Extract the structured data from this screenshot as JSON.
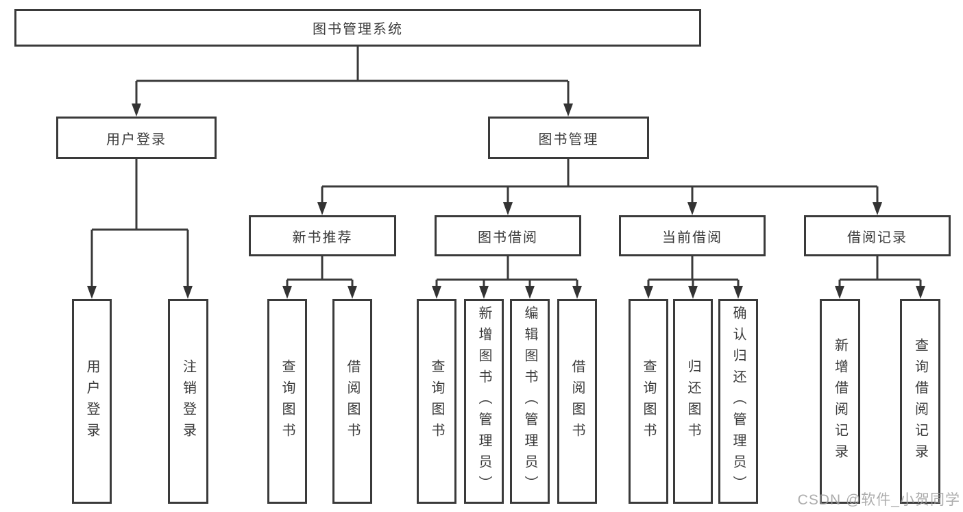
{
  "tree": {
    "label": "图书管理系统",
    "children": [
      {
        "label": "用户登录",
        "children": [
          {
            "label": "用户登录"
          },
          {
            "label": "注销登录"
          }
        ]
      },
      {
        "label": "图书管理",
        "children": [
          {
            "label": "新书推荐",
            "children": [
              {
                "label": "查询图书"
              },
              {
                "label": "借阅图书"
              }
            ]
          },
          {
            "label": "图书借阅",
            "children": [
              {
                "label": "查询图书"
              },
              {
                "label": "新增图书（管理员）"
              },
              {
                "label": "编辑图书（管理员）"
              },
              {
                "label": "借阅图书"
              }
            ]
          },
          {
            "label": "当前借阅",
            "children": [
              {
                "label": "查询图书"
              },
              {
                "label": "归还图书"
              },
              {
                "label": "确认归还（管理员）"
              }
            ]
          },
          {
            "label": "借阅记录",
            "children": [
              {
                "label": "新增借阅记录"
              },
              {
                "label": "查询借阅记录"
              }
            ]
          }
        ]
      }
    ]
  },
  "watermark": "CSDN @软件_小贺同学",
  "colors": {
    "line": "#3a3a3a",
    "box_border": "#3a3a3a",
    "text": "#3c3c3c",
    "watermark": "#9e9e9e",
    "background": "#ffffff"
  }
}
